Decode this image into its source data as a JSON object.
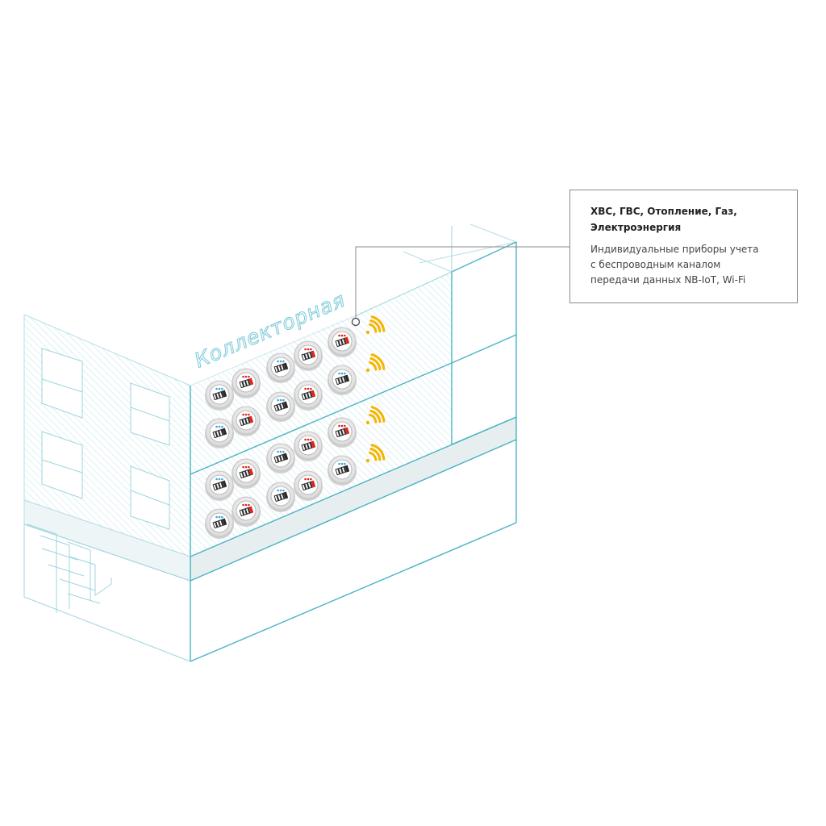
{
  "colors": {
    "outline": "#4ab3c4",
    "outline_light": "#9fd5df",
    "hatch": "#c7e7ee",
    "strip": "#e6eef0",
    "signal": "#f5b400",
    "cold_dot": "#3aa8d8",
    "hot_dot": "#e2231a",
    "callout_border": "#8a8a8a"
  },
  "building": {
    "sign_text": "Коллекторная"
  },
  "meters": {
    "cold_icon": "water-meter-cold-icon",
    "hot_icon": "water-meter-hot-icon",
    "signal_icon": "wireless-signal-icon"
  },
  "callout": {
    "title": "ХВС, ГВС, Отопление, Газ,\nЭлектроэнергия",
    "text": "Индивидуальные приборы учета\nс беспроводным каналом\nпередачи данных NB-IoT, Wi-Fi"
  }
}
